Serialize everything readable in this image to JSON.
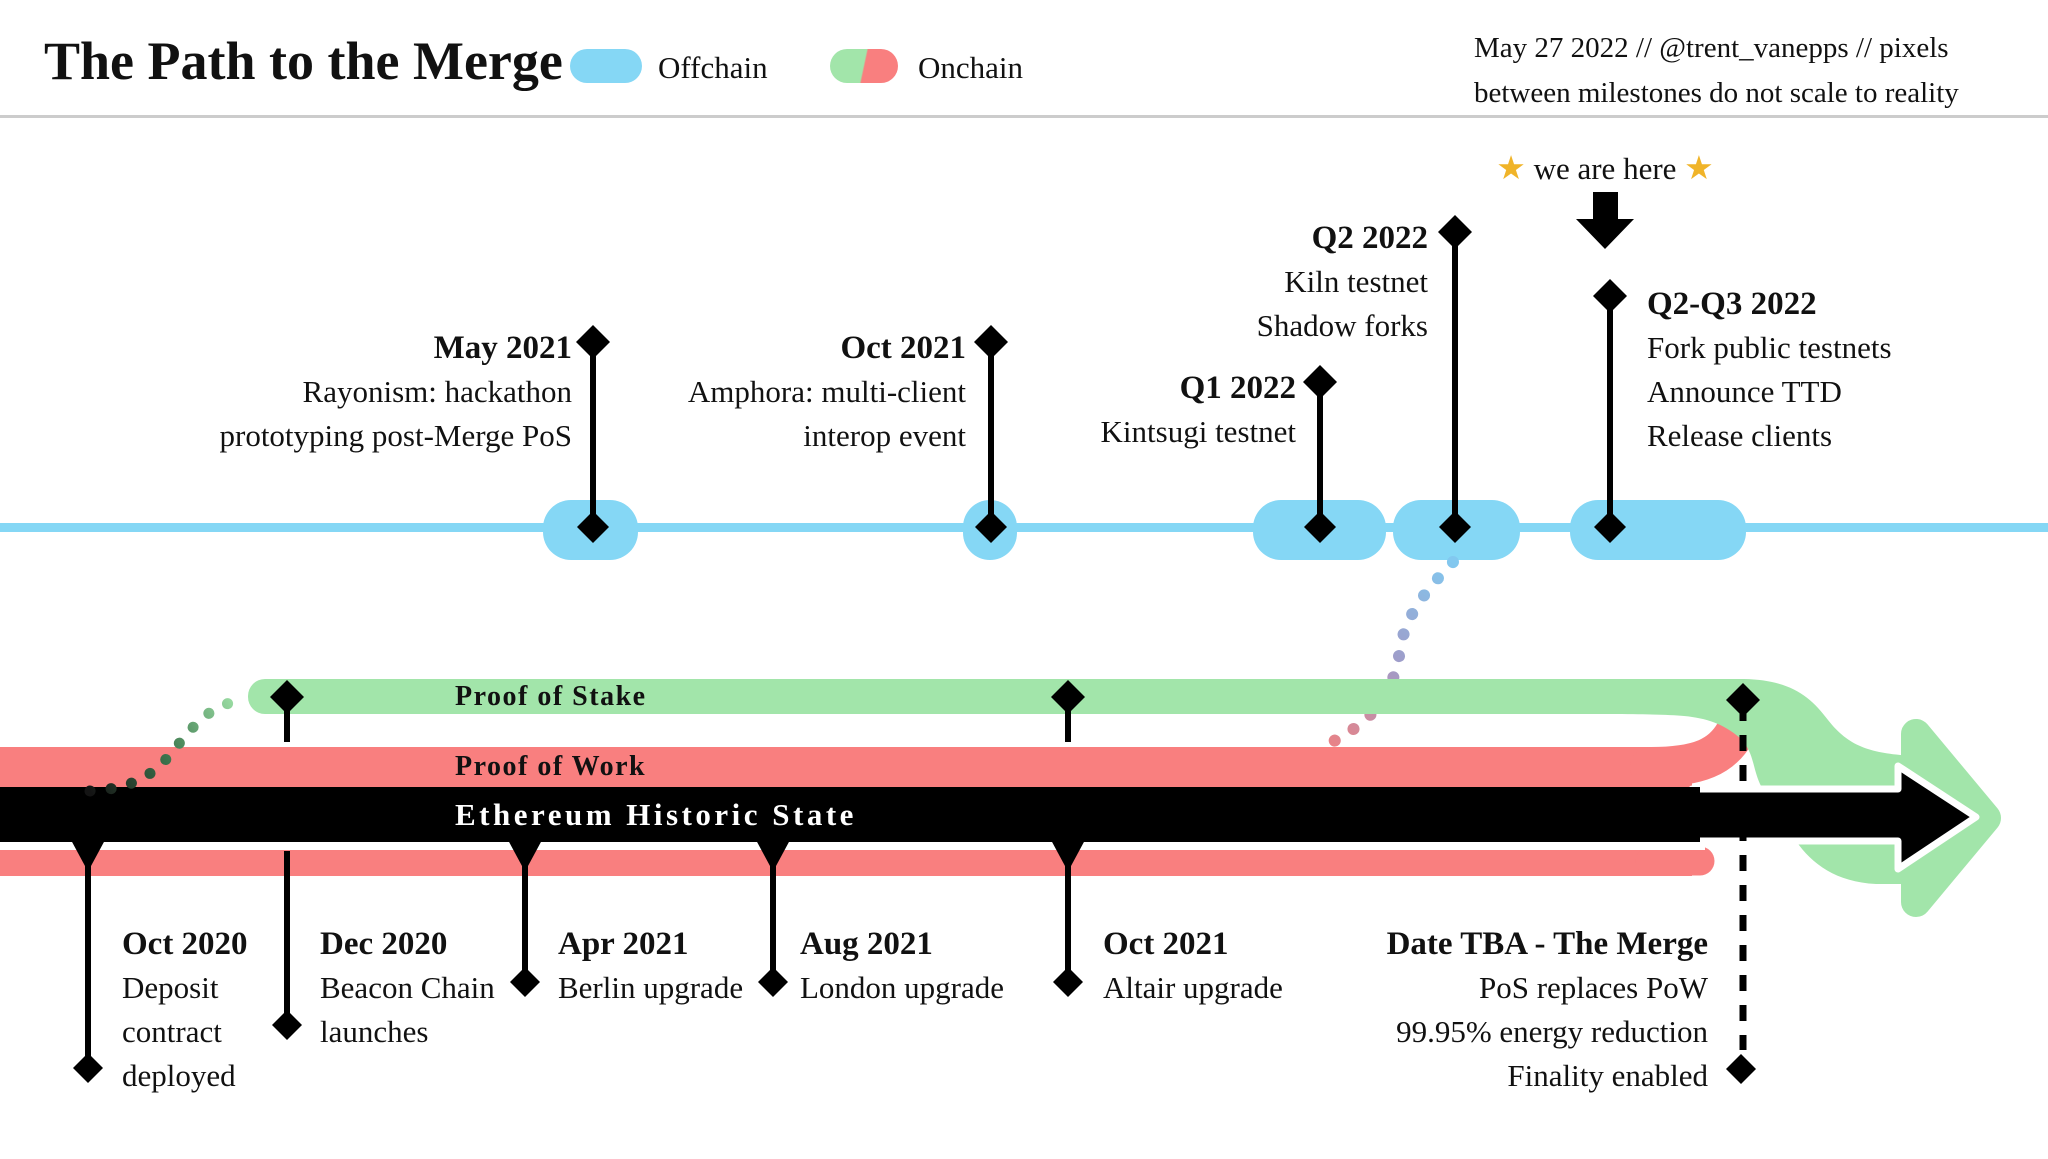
{
  "header": {
    "title": "The Path to the Merge",
    "credit": {
      "line1": "May 27 2022 // @trent_vanepps // pixels",
      "line2": "between milestones do not scale to reality"
    },
    "legend": {
      "offchain_label": "Offchain",
      "onchain_label": "Onchain"
    }
  },
  "annotation": {
    "we_are_here": "we are here",
    "star": "★"
  },
  "offchain": [
    {
      "title": "May 2021",
      "lines": [
        "Rayonism: hackathon",
        "prototyping post-Merge PoS"
      ]
    },
    {
      "title": "Oct 2021",
      "lines": [
        "Amphora: multi-client",
        "interop event"
      ]
    },
    {
      "title": "Q1 2022",
      "lines": [
        "Kintsugi testnet"
      ]
    },
    {
      "title": "Q2 2022",
      "lines": [
        "Kiln testnet",
        "Shadow forks"
      ]
    },
    {
      "title": "Q2-Q3 2022",
      "lines": [
        "Fork public testnets",
        "Announce TTD",
        "Release clients"
      ]
    }
  ],
  "bands": {
    "pos": "Proof of Stake",
    "pow": "Proof of Work",
    "state": "Ethereum Historic State"
  },
  "onchain": [
    {
      "title": "Oct 2020",
      "lines": [
        "Deposit",
        "contract",
        "deployed"
      ]
    },
    {
      "title": "Dec 2020",
      "lines": [
        "Beacon Chain",
        "launches"
      ]
    },
    {
      "title": "Apr 2021",
      "lines": [
        "Berlin upgrade"
      ]
    },
    {
      "title": "Aug 2021",
      "lines": [
        "London upgrade"
      ]
    },
    {
      "title": "Oct 2021",
      "lines": [
        "Altair upgrade"
      ]
    },
    {
      "title": "Date TBA - The Merge",
      "lines": [
        "PoS replaces PoW",
        "99.95% energy reduction",
        "Finality enabled"
      ]
    }
  ],
  "colors": {
    "offchain_blue": "#85d7f5",
    "onchain_green": "#a2e5aa",
    "onchain_red": "#f97f7f",
    "state_black": "#000000",
    "star_gold": "#f0b429",
    "divider_gray": "#cccccc"
  }
}
